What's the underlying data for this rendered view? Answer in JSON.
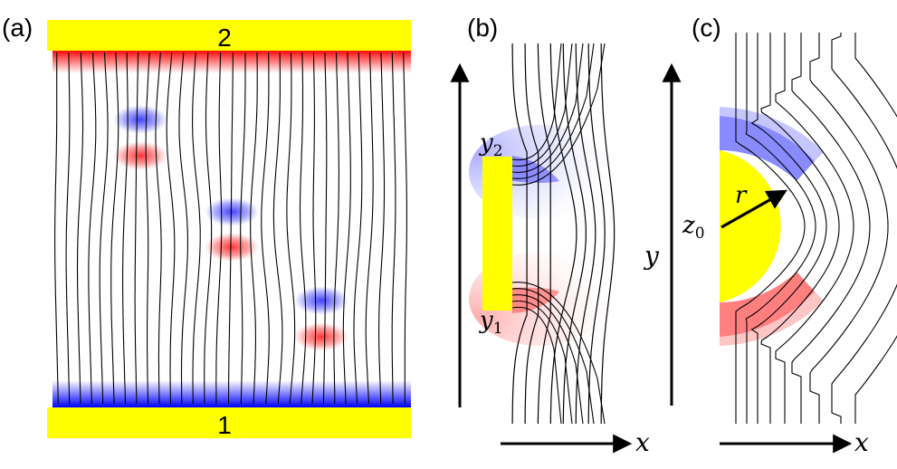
{
  "panels": {
    "a": {
      "label": "(a)",
      "electrode_top": "2",
      "electrode_bottom": "1"
    },
    "b": {
      "label": "(b)",
      "y2": {
        "main": "y",
        "sub": "2"
      },
      "y1": {
        "main": "y",
        "sub": "1"
      },
      "axis_x": "x"
    },
    "c": {
      "label": "(c)",
      "r": "r",
      "z0": {
        "main": "z",
        "sub": "0"
      },
      "axis_y": "y",
      "axis_x": "x"
    }
  },
  "colors": {
    "electrode": "#ffff00",
    "positive": "#ff0000",
    "negative": "#0000ff",
    "field_line": "#000000"
  }
}
